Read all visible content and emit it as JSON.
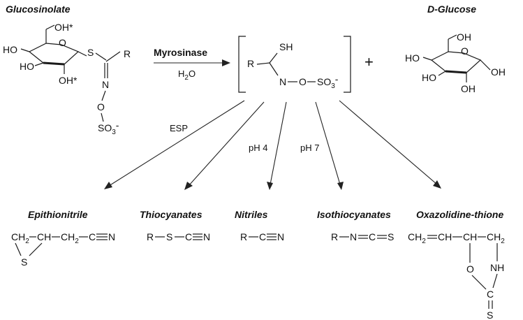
{
  "titles": {
    "glucosinolate": "Glucosinolate",
    "dglucose": "D-Glucose",
    "epithionitrile": "Epithionitrile",
    "thiocyanates": "Thiocyanates",
    "nitriles": "Nitriles",
    "isothiocyanates": "Isothiocyanates",
    "oxazolidine": "Oxazolidine-thione"
  },
  "reaction": {
    "enzyme": "Myrosinase",
    "water": "H",
    "water_sub": "2",
    "water_o": "O",
    "plus": "+"
  },
  "conditions": {
    "esp": "ESP",
    "ph4": "pH 4",
    "ph7": "pH 7"
  },
  "glucosinolate": {
    "oh_top": "OH*",
    "ho_left": "HO",
    "ho_low": "HO",
    "oh_bottom": "OH*",
    "ring_o": "O",
    "s": "S",
    "r": "R",
    "n": "N",
    "o": "O",
    "so3": "SO",
    "so3_sub": "3",
    "so3_charge": "-"
  },
  "intermediate": {
    "sh": "SH",
    "r": "R",
    "n": "N",
    "o": "O",
    "so3": "SO",
    "so3_sub": "3",
    "so3_charge": "-"
  },
  "glucose": {
    "oh_top": "OH",
    "ho_left": "HO",
    "ho_low": "HO",
    "oh_right": "OH",
    "oh_bottom": "OH",
    "ring_o": "O"
  },
  "products": {
    "epithionitrile": {
      "ch2": "CH",
      "ch2_sub": "2",
      "ch_chain": "CH",
      "ch2b": "CH",
      "ch2b_sub": "2",
      "c": "C",
      "n": "N",
      "s": "S"
    },
    "thiocyanate": {
      "r": "R",
      "s": "S",
      "c": "C",
      "n": "N"
    },
    "nitrile": {
      "r": "R",
      "c": "C",
      "n": "N"
    },
    "isothiocyanate": {
      "r": "R",
      "n": "N",
      "c": "C",
      "s": "S"
    },
    "oxazolidine": {
      "ch2": "CH",
      "ch2_sub": "2",
      "ch_a": "CH",
      "ch_b": "CH",
      "ch2b": "CH",
      "ch2b_sub": "2",
      "o": "O",
      "nh": "NH",
      "c": "C",
      "s": "S"
    }
  }
}
